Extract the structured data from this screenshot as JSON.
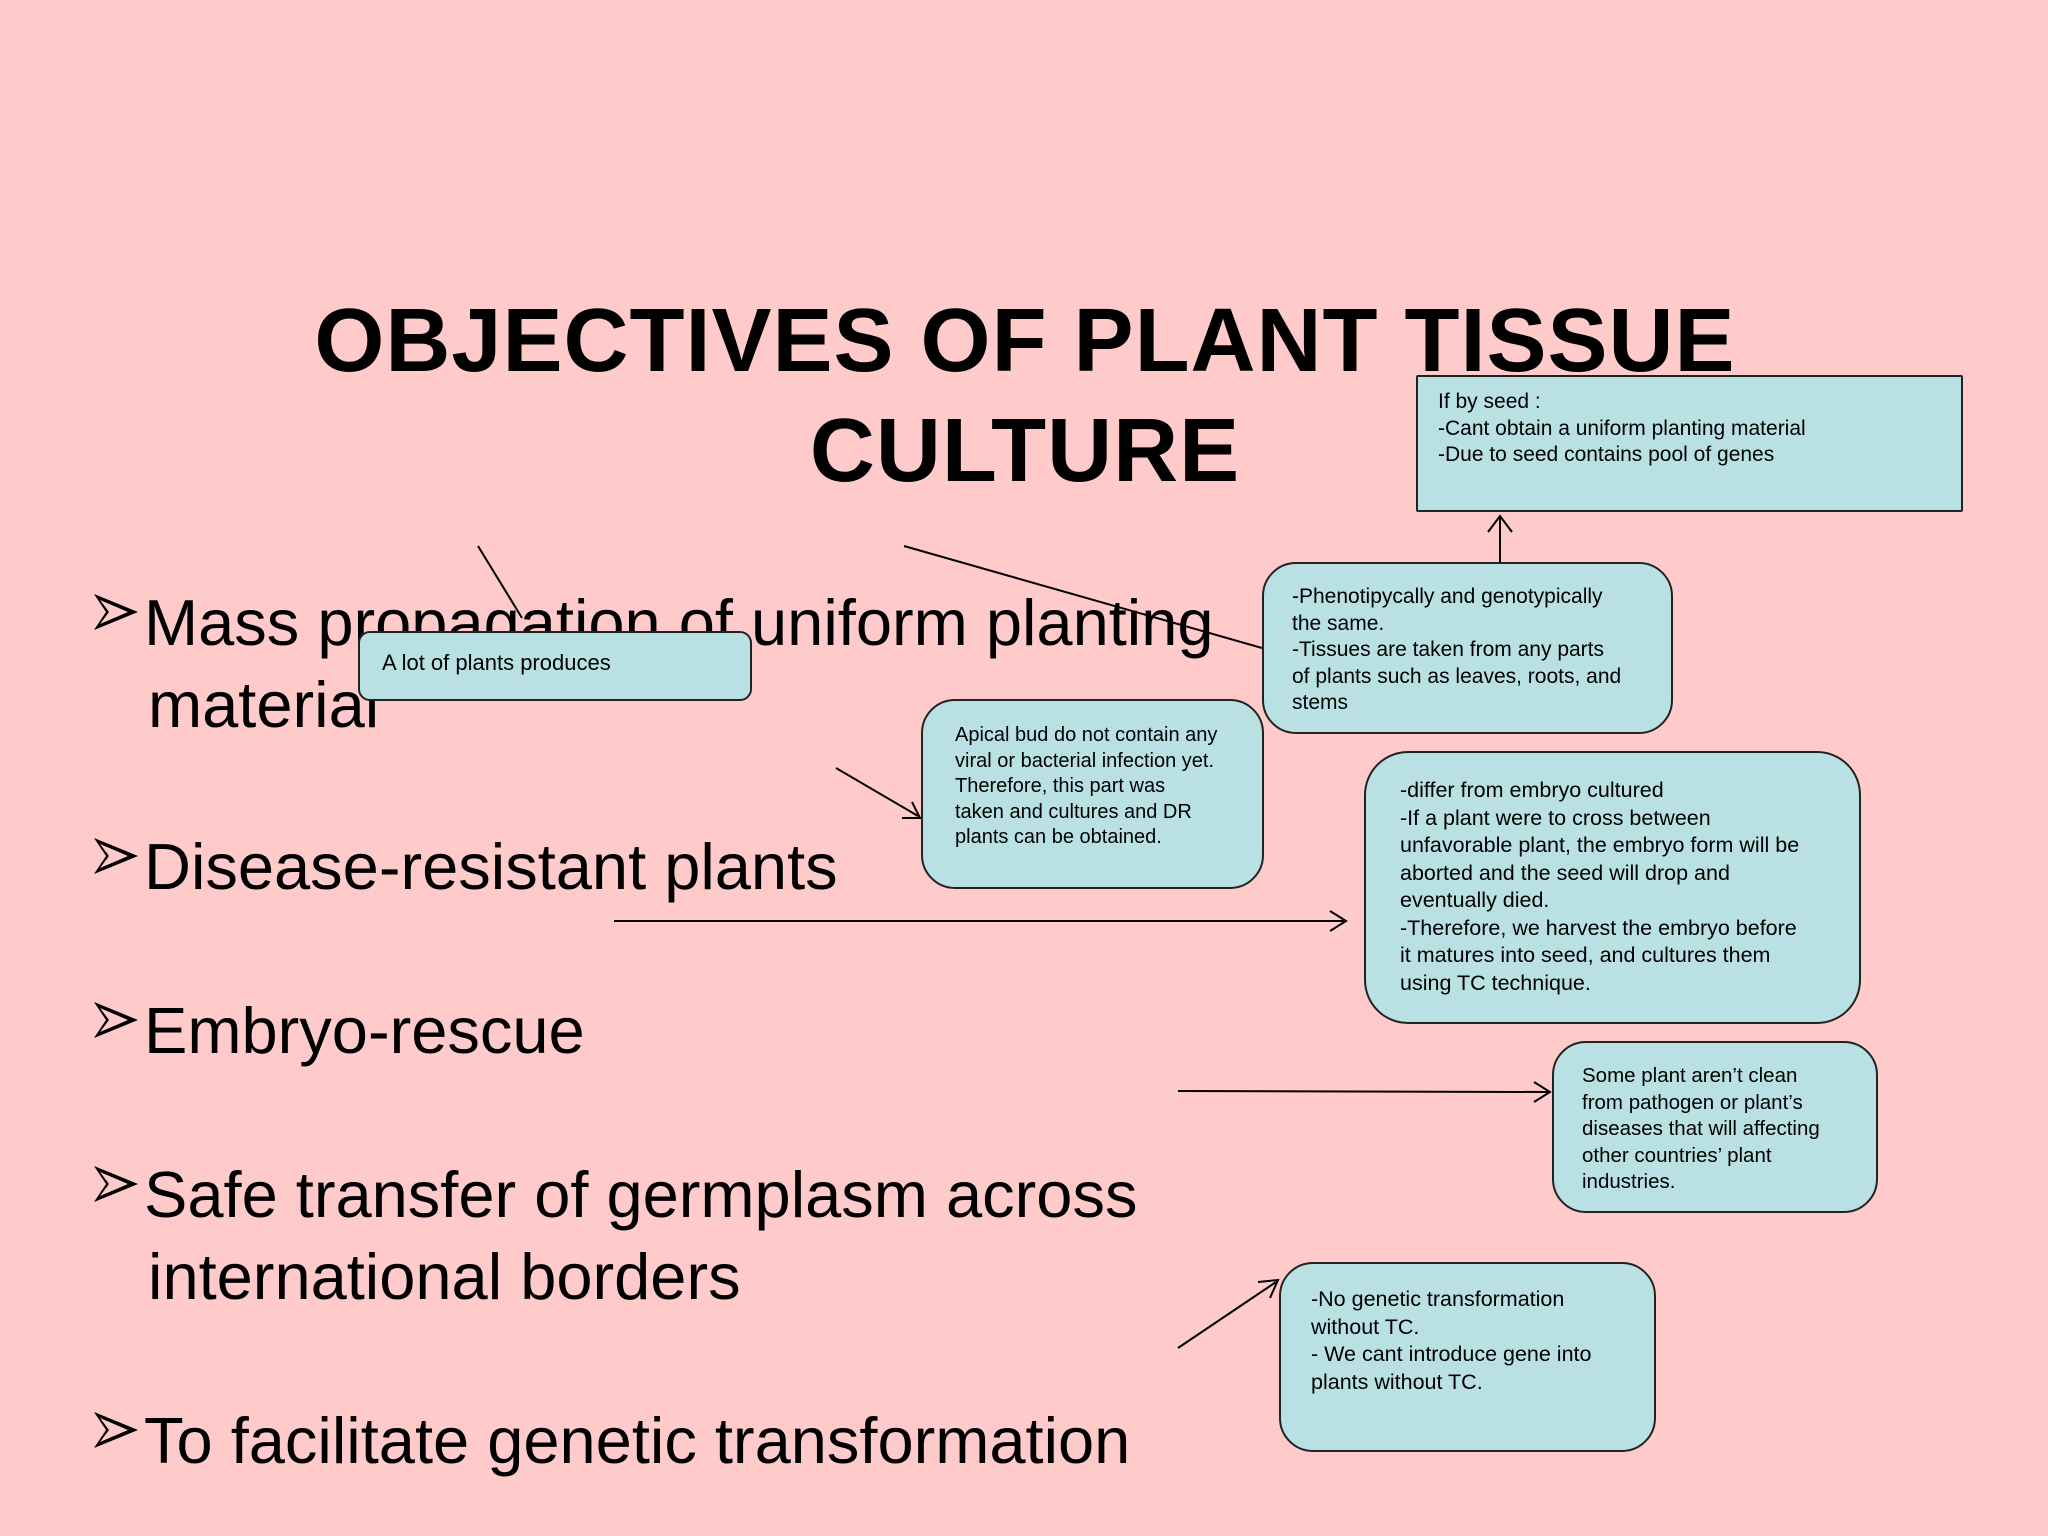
{
  "title": {
    "line1": "OBJECTIVES OF PLANT TISSUE",
    "line2": "CULTURE"
  },
  "bullets": [
    {
      "lines": [
        "Mass propagation of uniform planting",
        "material"
      ]
    },
    {
      "lines": [
        "Disease-resistant plants"
      ]
    },
    {
      "lines": [
        "Embryo-rescue"
      ]
    },
    {
      "lines": [
        "Safe transfer of germplasm across",
        "international borders"
      ]
    },
    {
      "lines": [
        "To facilitate genetic transformation"
      ]
    }
  ],
  "notes": {
    "lot_of_plants": [
      "A lot of plants produces"
    ],
    "seed": [
      "If by seed :",
      "-Cant obtain a uniform planting material",
      "-Due to seed contains pool of genes"
    ],
    "phenotypic": [
      "-Phenotipycally and genotypically",
      "the same.",
      "-Tissues are taken from any parts",
      "of plants such as leaves, roots, and",
      "stems"
    ],
    "apical": [
      "Apical bud do not contain any",
      "viral or bacterial infection yet.",
      "Therefore, this part was",
      "taken and cultures and DR",
      "plants can be obtained."
    ],
    "embryo": [
      "-differ from embryo cultured",
      "-If a plant were to cross between",
      "unfavorable plant, the embryo form will be",
      "aborted and the seed will drop and",
      "eventually died.",
      "-Therefore, we harvest the embryo before",
      "it matures into seed, and cultures them",
      "using TC technique."
    ],
    "pathogen": [
      "Some plant aren’t clean",
      "from pathogen or plant’s",
      "diseases that will  affecting",
      "other countries’ plant",
      "industries."
    ],
    "genetic": [
      "-No genetic transformation",
      "without TC.",
      "- We cant introduce gene into",
      "plants without TC."
    ]
  }
}
